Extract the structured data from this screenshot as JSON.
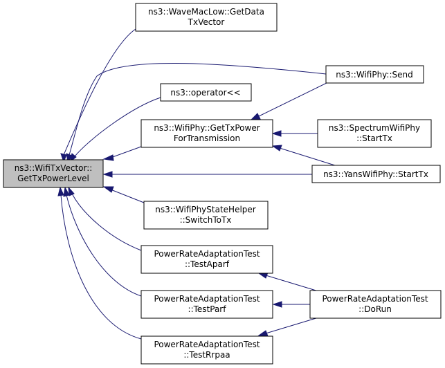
{
  "graph": {
    "edge_color": "#191970",
    "focus_fill": "#bfbfbf",
    "nodes": {
      "focus": {
        "line1": "ns3::WifiTxVector::",
        "line2": "GetTxPowerLevel"
      },
      "wavemaclow": {
        "line1": "ns3::WaveMacLow::GetData",
        "line2": "TxVector"
      },
      "wifiphy_send": {
        "line1": "ns3::WifiPhy::Send"
      },
      "operator": {
        "line1": "ns3::operator<<"
      },
      "gettxpower": {
        "line1": "ns3::WifiPhy::GetTxPower",
        "line2": "ForTransmission"
      },
      "spectrum_starttx": {
        "line1": "ns3::SpectrumWifiPhy",
        "line2": "::StartTx"
      },
      "yans_starttx": {
        "line1": "ns3::YansWifiPhy::StartTx"
      },
      "switchtotx": {
        "line1": "ns3::WifiPhyStateHelper",
        "line2": "::SwitchToTx"
      },
      "testaparf": {
        "line1": "PowerRateAdaptationTest",
        "line2": "::TestAparf"
      },
      "testparf": {
        "line1": "PowerRateAdaptationTest",
        "line2": "::TestParf"
      },
      "testrpaa": {
        "line1": "PowerRateAdaptationTest",
        "line2": "::TestRrpaa"
      },
      "dorun": {
        "line1": "PowerRateAdaptationTest",
        "line2": "::DoRun"
      }
    }
  }
}
